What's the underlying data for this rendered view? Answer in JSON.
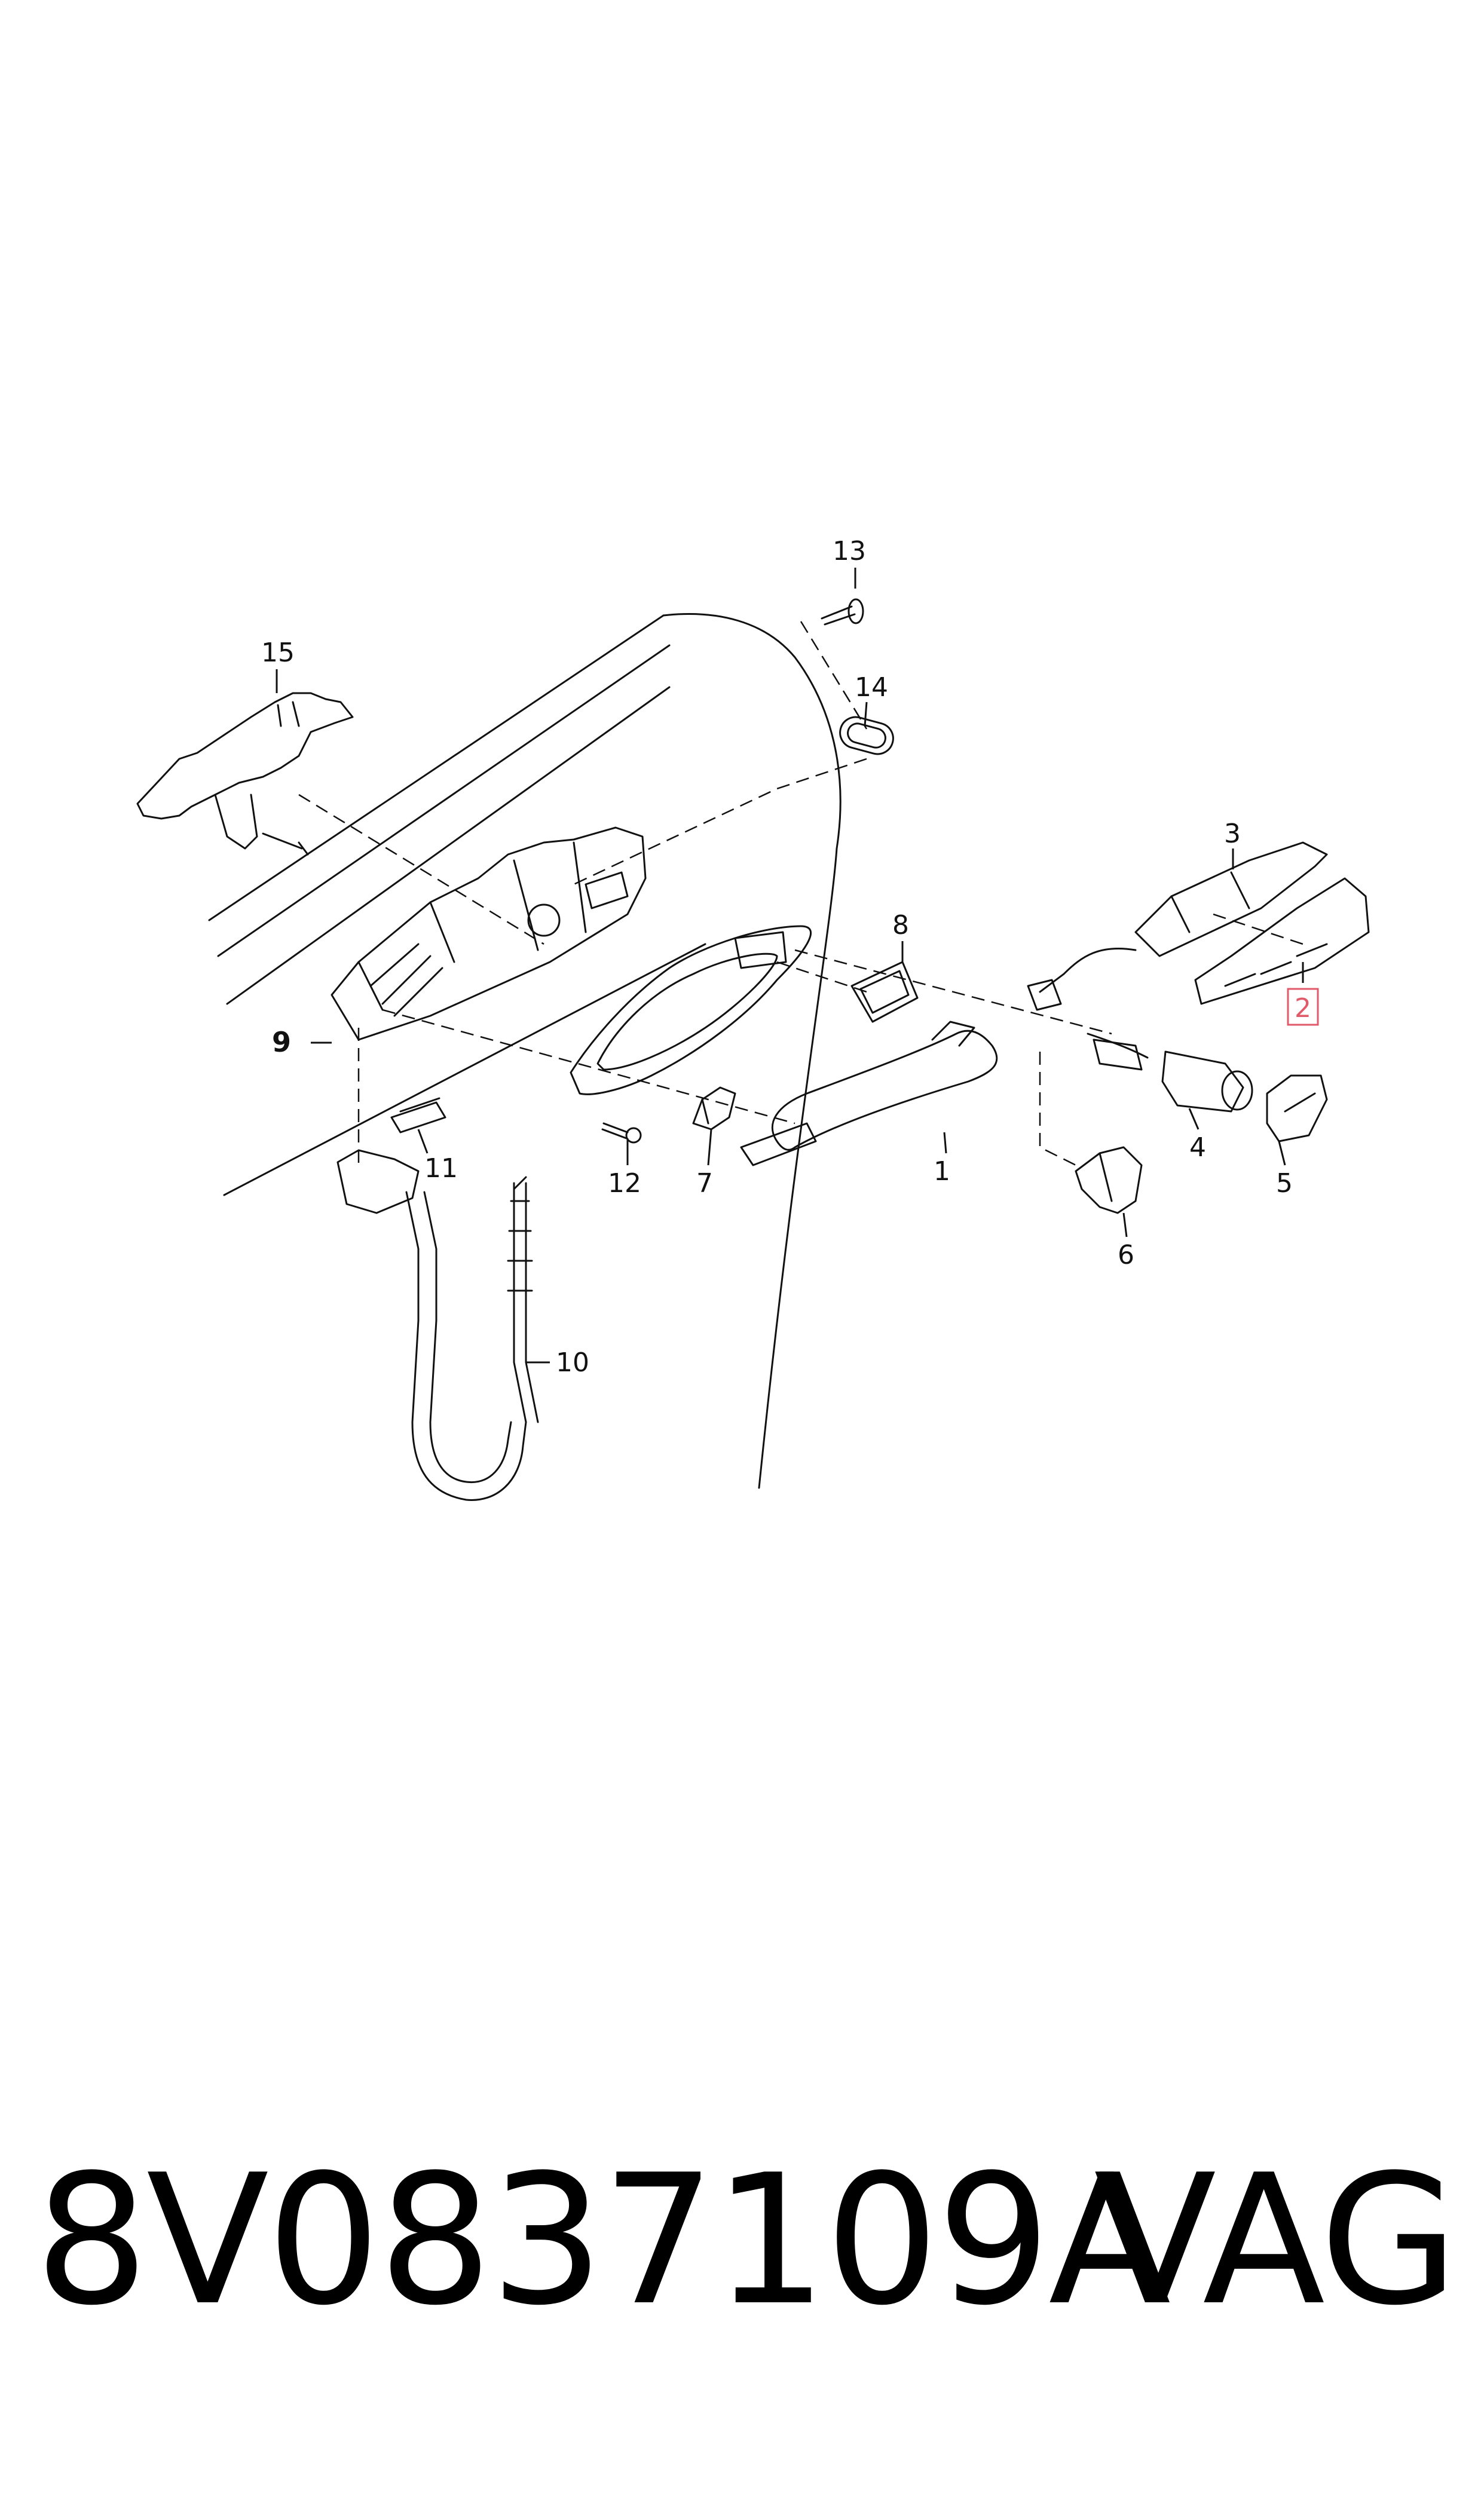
{
  "diagram": {
    "callouts": [
      {
        "id": "c1",
        "label": "1"
      },
      {
        "id": "c2",
        "label": "2",
        "highlighted": true,
        "highlight_color": "#e05a6a"
      },
      {
        "id": "c3",
        "label": "3"
      },
      {
        "id": "c4",
        "label": "4"
      },
      {
        "id": "c5",
        "label": "5"
      },
      {
        "id": "c6",
        "label": "6"
      },
      {
        "id": "c7",
        "label": "7"
      },
      {
        "id": "c8",
        "label": "8"
      },
      {
        "id": "c9",
        "label": "9",
        "bold": true
      },
      {
        "id": "c10",
        "label": "10"
      },
      {
        "id": "c11",
        "label": "11"
      },
      {
        "id": "c12",
        "label": "12"
      },
      {
        "id": "c13",
        "label": "13"
      },
      {
        "id": "c14",
        "label": "14"
      },
      {
        "id": "c15",
        "label": "15"
      }
    ],
    "line_color": "#111111",
    "background": "#ffffff"
  },
  "footer": {
    "part_number": "8V0837109A",
    "brand": "VAG"
  }
}
